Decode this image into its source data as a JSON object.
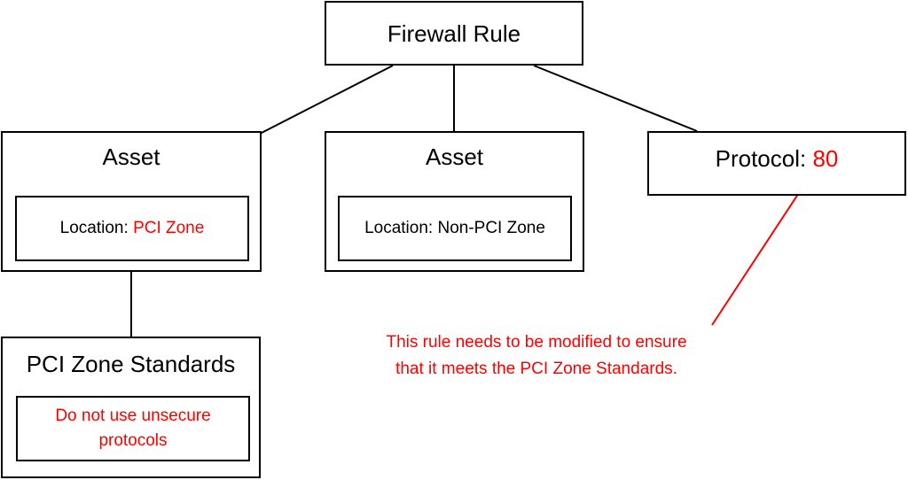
{
  "colors": {
    "line": "#000000",
    "highlight": "#ff0000",
    "background": "#ffffff"
  },
  "firewall_rule": {
    "title": "Firewall Rule"
  },
  "asset_pci": {
    "title": "Asset",
    "location_label": "Location:",
    "location_value": "PCI Zone"
  },
  "asset_non_pci": {
    "title": "Asset",
    "location_text": "Location: Non-PCI Zone"
  },
  "protocol": {
    "label": "Protocol:",
    "value": "80"
  },
  "standards": {
    "title": "PCI Zone Standards",
    "rule_line1": "Do not use unsecure",
    "rule_line2": "protocols"
  },
  "annotation": {
    "line1": "This rule needs to be modified to ensure",
    "line2": "that it meets the PCI Zone Standards."
  }
}
